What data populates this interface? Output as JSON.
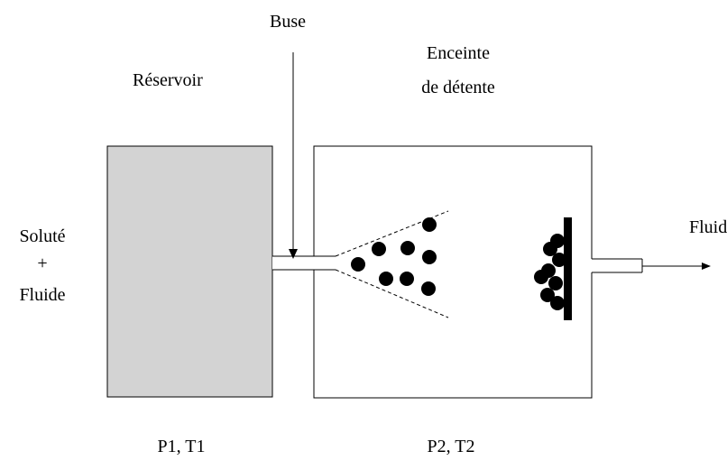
{
  "labels": {
    "buse": "Buse",
    "reservoir": "Réservoir",
    "enceinte_line1": "Enceinte",
    "enceinte_line2": "de détente",
    "solute_line1": "Soluté",
    "solute_line2": "+",
    "solute_line3": "Fluide",
    "fluide_out": "Fluide",
    "p1t1": "P1, T1",
    "p2t2": "P2, T2"
  },
  "colors": {
    "reservoir_fill": "#d3d3d3",
    "stroke": "#000000",
    "particle": "#000000"
  }
}
